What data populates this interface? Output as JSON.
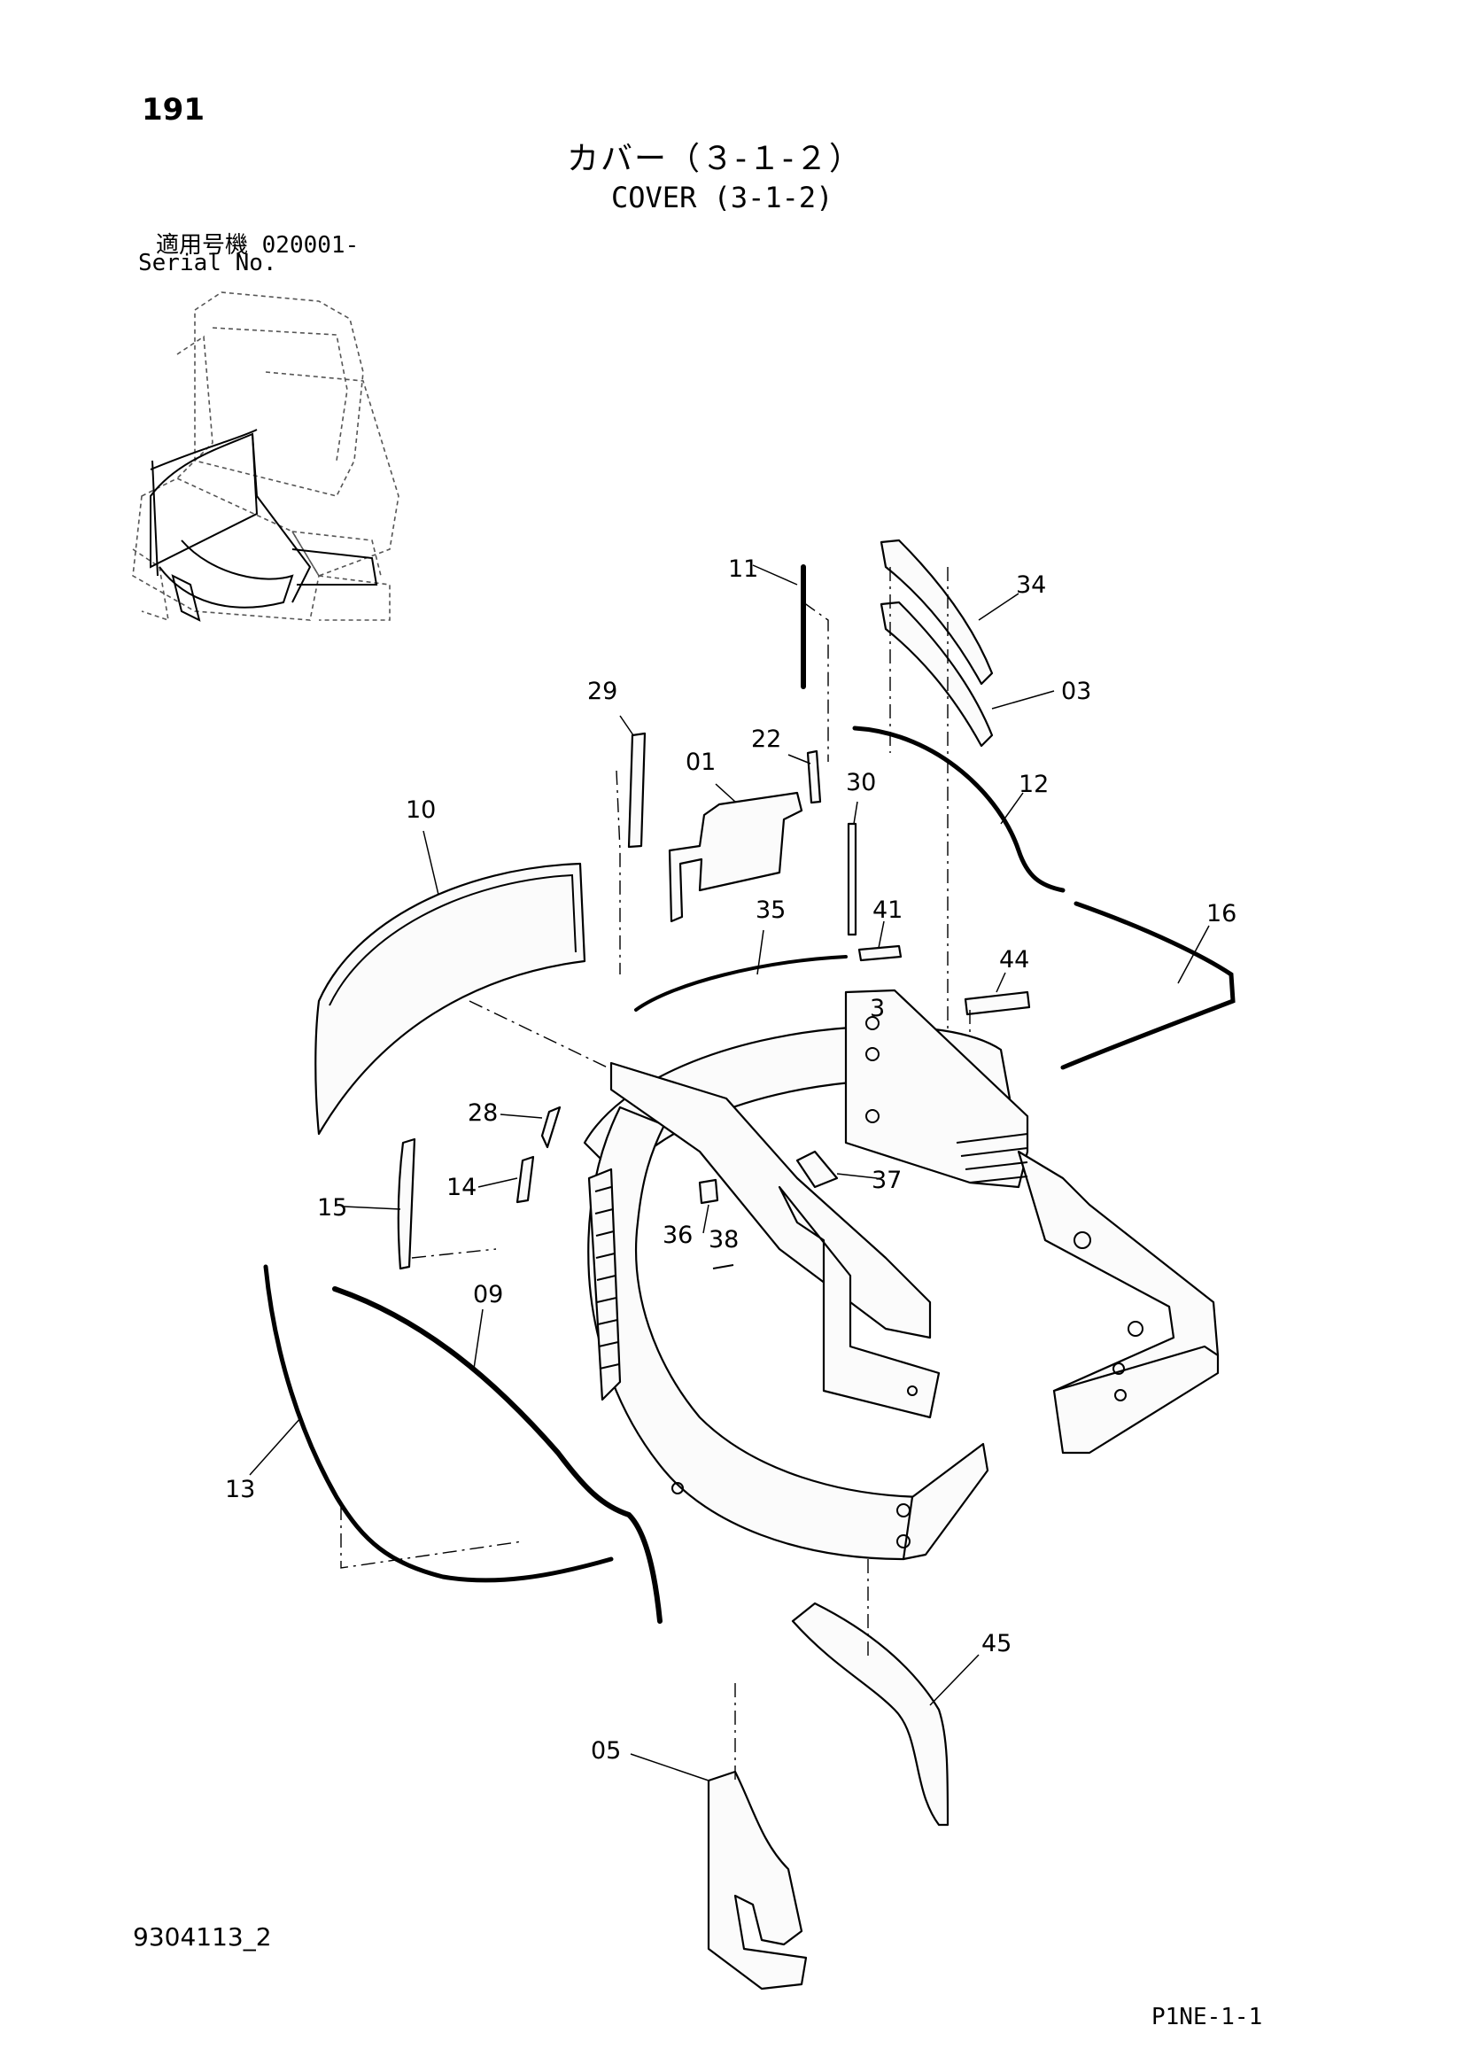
{
  "header": {
    "page_number": "191",
    "title_jp": "カバー（３-１-２）",
    "title_en": "COVER (3-1-2)",
    "serial_label_jp": "適用号機  020001-",
    "serial_label_en": "Serial No."
  },
  "callouts": {
    "p11": "11",
    "p34": "34",
    "p03": "03",
    "p29": "29",
    "p22": "22",
    "p01": "01",
    "p30": "30",
    "p12": "12",
    "p10": "10",
    "p35": "35",
    "p41": "41",
    "p16": "16",
    "p44": "44",
    "p28": "28",
    "p14": "14",
    "p37": "37",
    "p15": "15",
    "p36": "36",
    "p38": "38",
    "p09": "09",
    "p13": "13",
    "p45": "45",
    "p05": "05",
    "p3": "3"
  },
  "footer": {
    "doc_code": "9304113_2",
    "sheet_code": "P1NE-1-1"
  }
}
